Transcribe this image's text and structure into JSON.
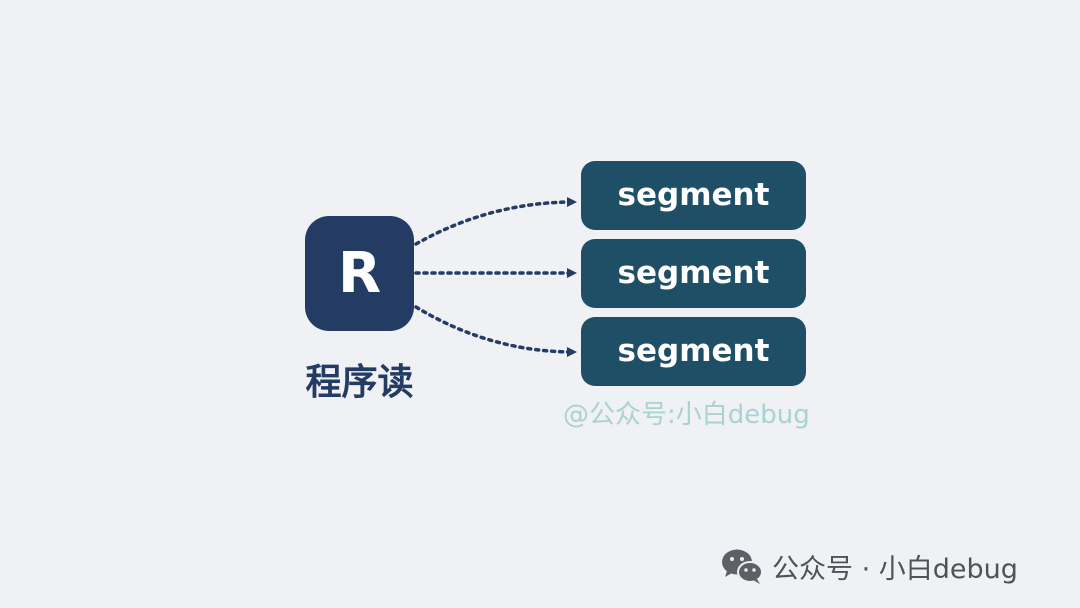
{
  "reader": {
    "letter": "R",
    "caption": "程序读",
    "color": "#243b63"
  },
  "segments": [
    {
      "label": "segment"
    },
    {
      "label": "segment"
    },
    {
      "label": "segment"
    }
  ],
  "segment_color": "#1e4f67",
  "watermark": "@公众号:小白debug",
  "footer": {
    "icon": "wechat-icon",
    "text": "公众号 · 小白debug"
  },
  "arrow_color": "#243b63",
  "background": "#eff1f4"
}
